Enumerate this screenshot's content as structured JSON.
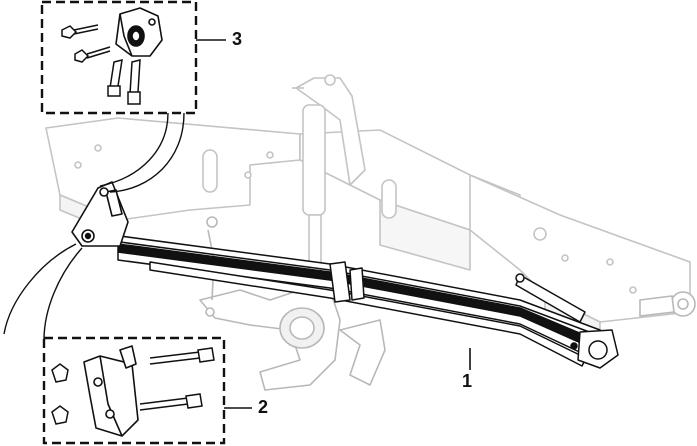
{
  "diagram": {
    "callouts": [
      {
        "id": "1",
        "text": "1"
      },
      {
        "id": "2",
        "text": "2"
      },
      {
        "id": "3",
        "text": "3"
      }
    ]
  },
  "colors": {
    "ink": "#111111",
    "ghost_frame": "#c9c9c9",
    "spring_fill": "#111111",
    "paper": "#ffffff"
  }
}
